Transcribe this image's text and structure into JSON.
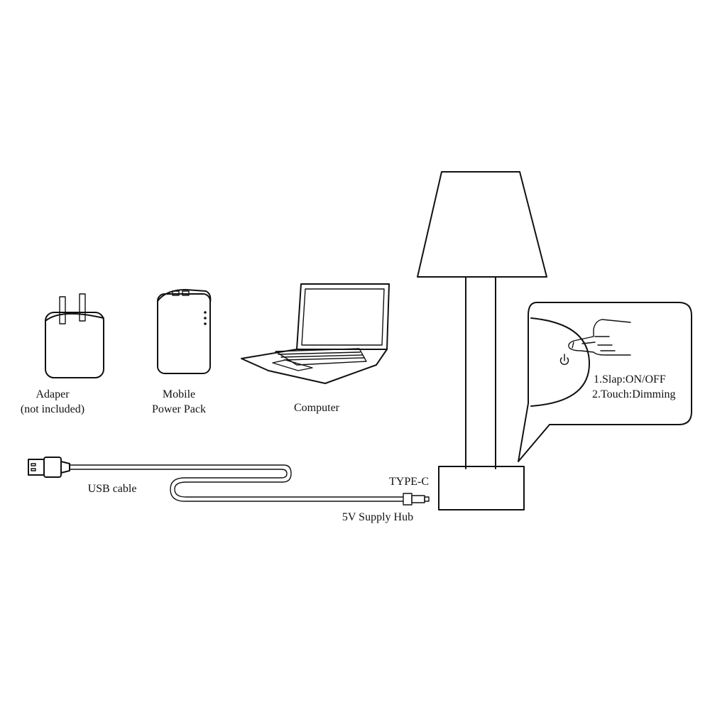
{
  "items": {
    "adapter": {
      "line1": "Adaper",
      "line2": "(not included)"
    },
    "power_pack": {
      "line1": "Mobile",
      "line2": "Power Pack"
    },
    "computer": {
      "label": "Computer"
    }
  },
  "cable": {
    "label": "USB cable"
  },
  "connector": {
    "type_label": "TYPE-C",
    "hub_label": "5V Supply Hub"
  },
  "controls": {
    "line1": "1.Slap:ON/OFF",
    "line2": "2.Touch:Dimming"
  },
  "icons": [
    "adapter-icon",
    "power-bank-icon",
    "laptop-icon",
    "usb-plug-icon",
    "lamp-icon",
    "power-icon",
    "finger-icon"
  ]
}
